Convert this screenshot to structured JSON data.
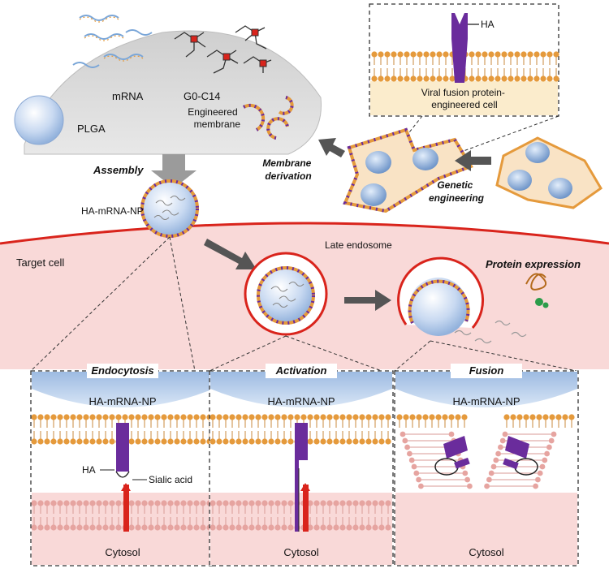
{
  "labels": {
    "mrna": "mRNA",
    "g0c14": "G0-C14",
    "plga": "PLGA",
    "engineered_membrane_line1": "Engineered",
    "engineered_membrane_line2": "membrane",
    "assembly": "Assembly",
    "membrane_derivation_line1": "Membrane",
    "membrane_derivation_line2": "derivation",
    "genetic_engineering_line1": "Genetic",
    "genetic_engineering_line2": "engineering",
    "ha_inset": "HA",
    "viral_cell_line1": "Viral fusion protein-",
    "viral_cell_line2": "engineered cell",
    "ha_mrna_np": "HA-mRNA-NP",
    "late_endosome": "Late endosome",
    "target_cell": "Target cell",
    "protein_expression": "Protein expression"
  },
  "panels": [
    {
      "title": "Endocytosis",
      "np_label": "HA-mRNA-NP",
      "ha_label": "HA",
      "sialic_label": "Sialic acid",
      "cytosol": "Cytosol"
    },
    {
      "title": "Activation",
      "np_label": "HA-mRNA-NP",
      "cytosol": "Cytosol"
    },
    {
      "title": "Fusion",
      "np_label": "HA-mRNA-NP",
      "cytosol": "Cytosol"
    }
  ],
  "colors": {
    "ha_protein": "#6a2c9c",
    "sialic_acid": "#d9241c",
    "cell_fill": "#f9d7d6",
    "cell_border": "#d9241c",
    "np_fill": "#bcd2ef",
    "membrane_orange": "#e59a3c",
    "cytosol_membrane": "#e6a4a0"
  }
}
